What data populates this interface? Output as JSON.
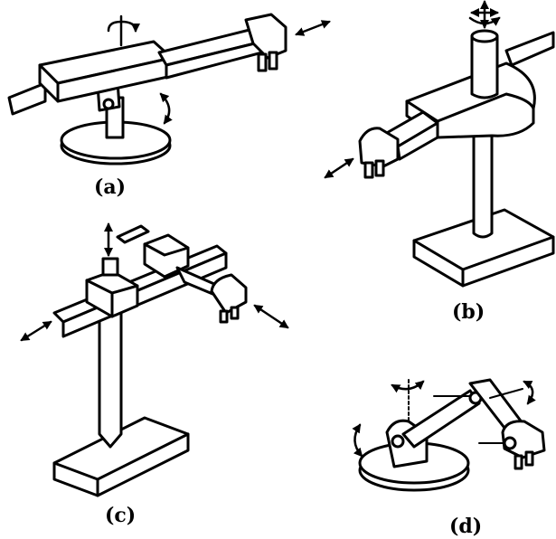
{
  "captions": {
    "a": "(a)",
    "b": "(b)",
    "c": "(c)",
    "d": "(d)"
  },
  "style": {
    "stroke": "#000000",
    "fill": "#ffffff"
  }
}
